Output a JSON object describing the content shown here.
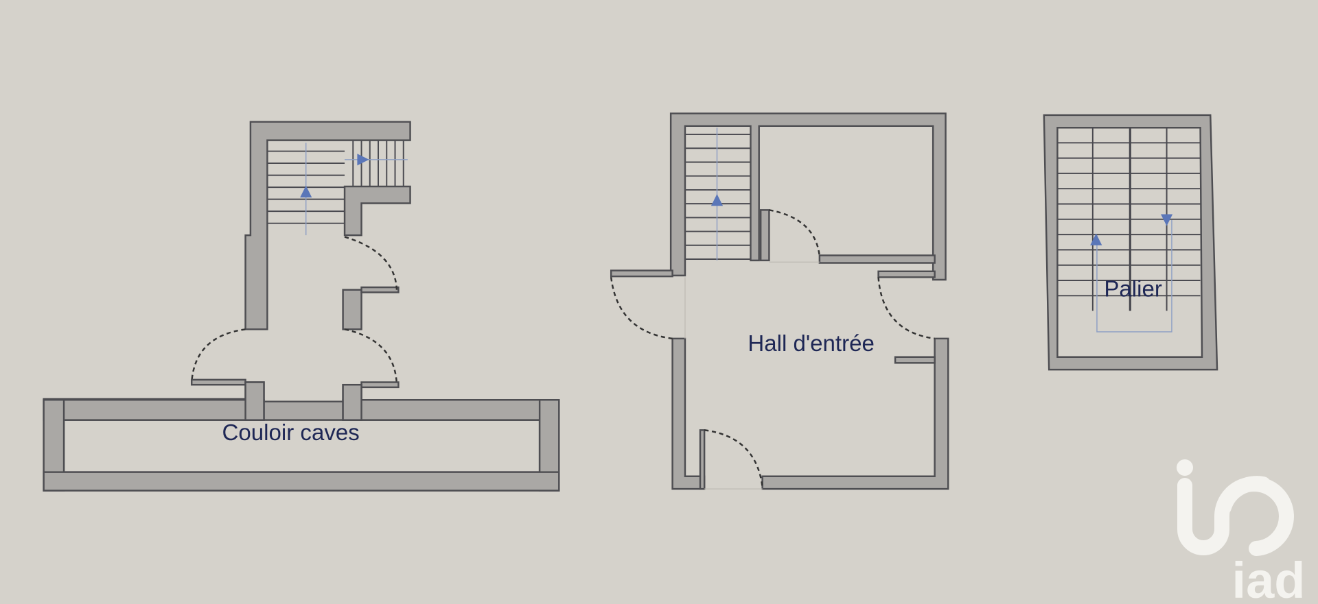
{
  "plans": [
    {
      "label": "Couloir caves"
    },
    {
      "label": "Hall d'entrée"
    },
    {
      "label": "Palier"
    }
  ],
  "logo": {
    "text": "iad",
    "color": "#f4f3ef"
  },
  "colors": {
    "background": "#d5d2cb",
    "wall": "#aaa8a5",
    "label": "#1e2755",
    "arrow": "#5a76b8"
  }
}
